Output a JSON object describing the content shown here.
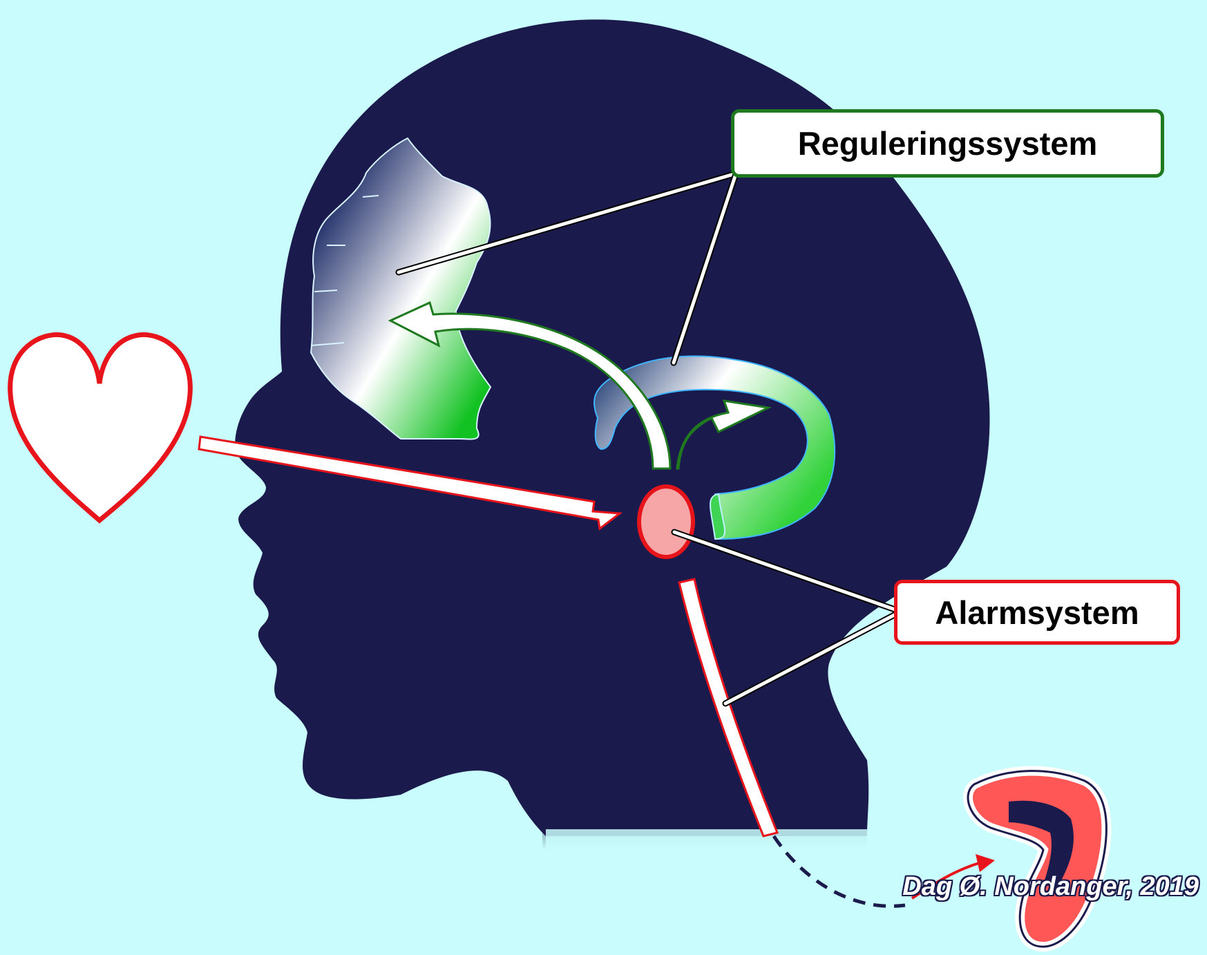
{
  "labels": {
    "regulation": "Reguleringssystem",
    "alarm": "Alarmsystem"
  },
  "credit": "Dag Ø. Nordanger, 2019",
  "colors": {
    "background": "#c9fdfd",
    "head": "#1b1a4d",
    "alarm_red": "#e8141b",
    "regulation_green": "#1f7a1f",
    "amygdala_fill": "#f6a6a6"
  },
  "icons": [
    "heart-icon",
    "gut-icon"
  ]
}
